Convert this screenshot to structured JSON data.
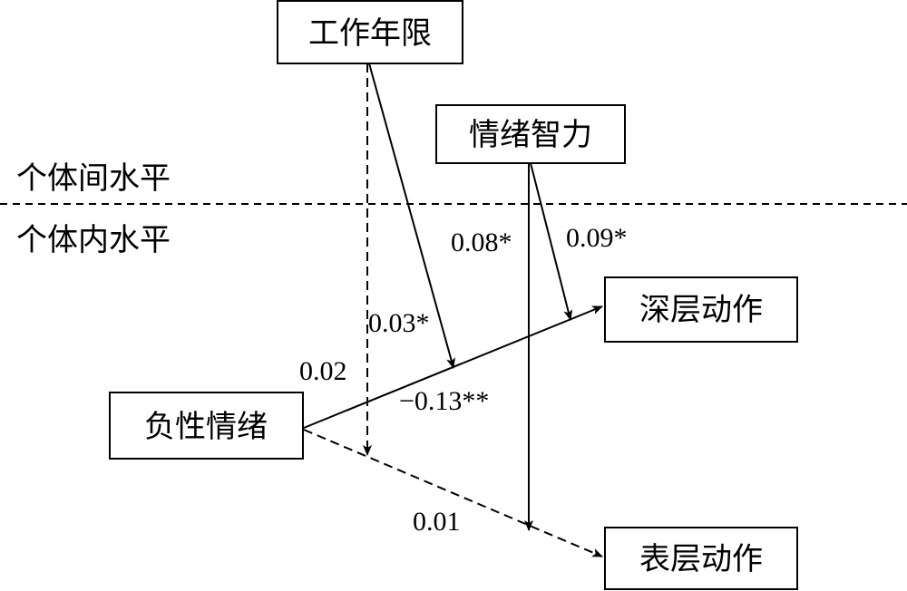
{
  "levels": {
    "between": "个体间水平",
    "within": "个体内水平"
  },
  "nodes": {
    "tenure": "工作年限",
    "emotional_intelligence": "情绪智力",
    "deep_acting": "深层动作",
    "negative_emotion": "负性情绪",
    "surface_acting": "表层动作"
  },
  "coefficients": {
    "ei_to_surface_moderation": "0.08*",
    "ei_to_deep_moderation": "0.09*",
    "tenure_to_deep_moderation": "0.03*",
    "tenure_to_surface_moderation": "0.02",
    "neg_to_deep": "−0.13**",
    "neg_to_surface": "0.01"
  }
}
